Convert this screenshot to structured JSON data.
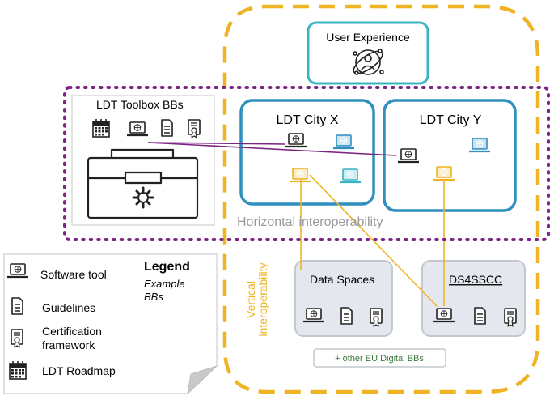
{
  "user_experience": {
    "label": "User Experience"
  },
  "toolbox": {
    "title": "LDT Toolbox BBs"
  },
  "city_x": {
    "title": "LDT City X"
  },
  "city_y": {
    "title": "LDT City Y"
  },
  "horizontal_label": "Horizontal interoperability",
  "vertical_label_line1": "Vertical",
  "vertical_label_line2": "interoperability",
  "data_spaces": {
    "title": "Data Spaces"
  },
  "ds4sscc": {
    "title": "DS4SSCC"
  },
  "other_bbs": {
    "label": "+ other EU Digital BBs"
  },
  "legend": {
    "title": "Legend",
    "subtitle_line1": "Example",
    "subtitle_line2": "BBs",
    "items": [
      {
        "label": "Software tool",
        "icon": "laptop-icon"
      },
      {
        "label": "Guidelines",
        "icon": "document-icon"
      },
      {
        "label_line1": "Certification",
        "label_line2": "framework",
        "icon": "certificate-icon"
      },
      {
        "label": "LDT Roadmap",
        "icon": "calendar-icon"
      }
    ]
  },
  "colors": {
    "yellow": "#f0b323",
    "purple": "#7b2583",
    "blue": "#2f8fbf",
    "teal": "#39b4c2",
    "grey_box": "#e4e8ee"
  }
}
